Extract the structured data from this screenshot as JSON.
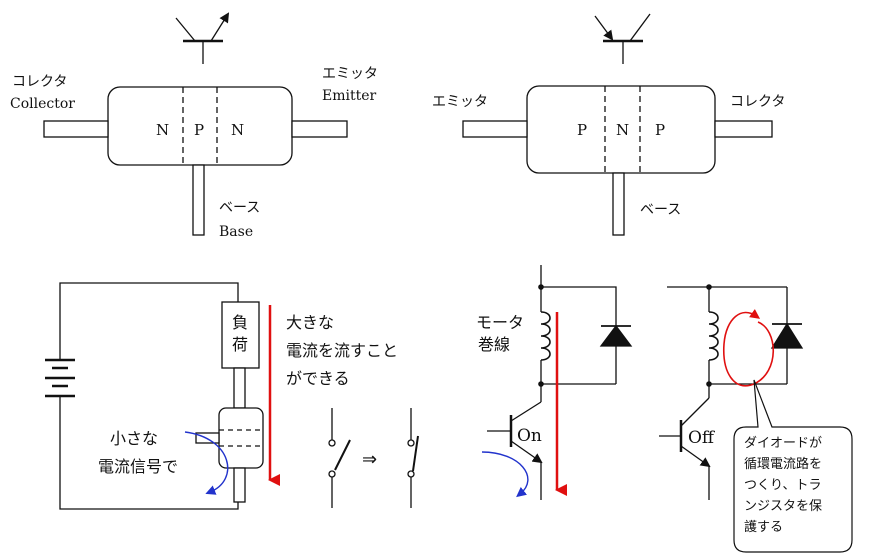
{
  "npn": {
    "collector_jp": "コレクタ",
    "collector_en": "Collector",
    "emitter_jp": "エミッタ",
    "emitter_en": "Emitter",
    "base_jp": "ベース",
    "base_en": "Base",
    "layers": [
      "N",
      "P",
      "N"
    ]
  },
  "pnp": {
    "emitter_jp": "エミッタ",
    "collector_jp": "コレクタ",
    "base_jp": "ベース",
    "layers": [
      "P",
      "N",
      "P"
    ]
  },
  "circuit_left": {
    "load": [
      "負",
      "荷"
    ],
    "big_current": [
      "大きな",
      "電流を流すこと",
      "ができる"
    ],
    "small_signal": [
      "小さな",
      "電流信号で"
    ],
    "arrow_symbol": "⇒"
  },
  "circuit_on": {
    "motor": [
      "モータ",
      "巻線"
    ],
    "state": "On"
  },
  "circuit_off": {
    "state": "Off",
    "callout": [
      "ダイオードが",
      "循環電流路を",
      "つくり、トラ",
      "ンジスタを保",
      "護する"
    ]
  },
  "colors": {
    "line": "#111111",
    "current_red": "#e01010",
    "signal_blue": "#2233cc"
  }
}
